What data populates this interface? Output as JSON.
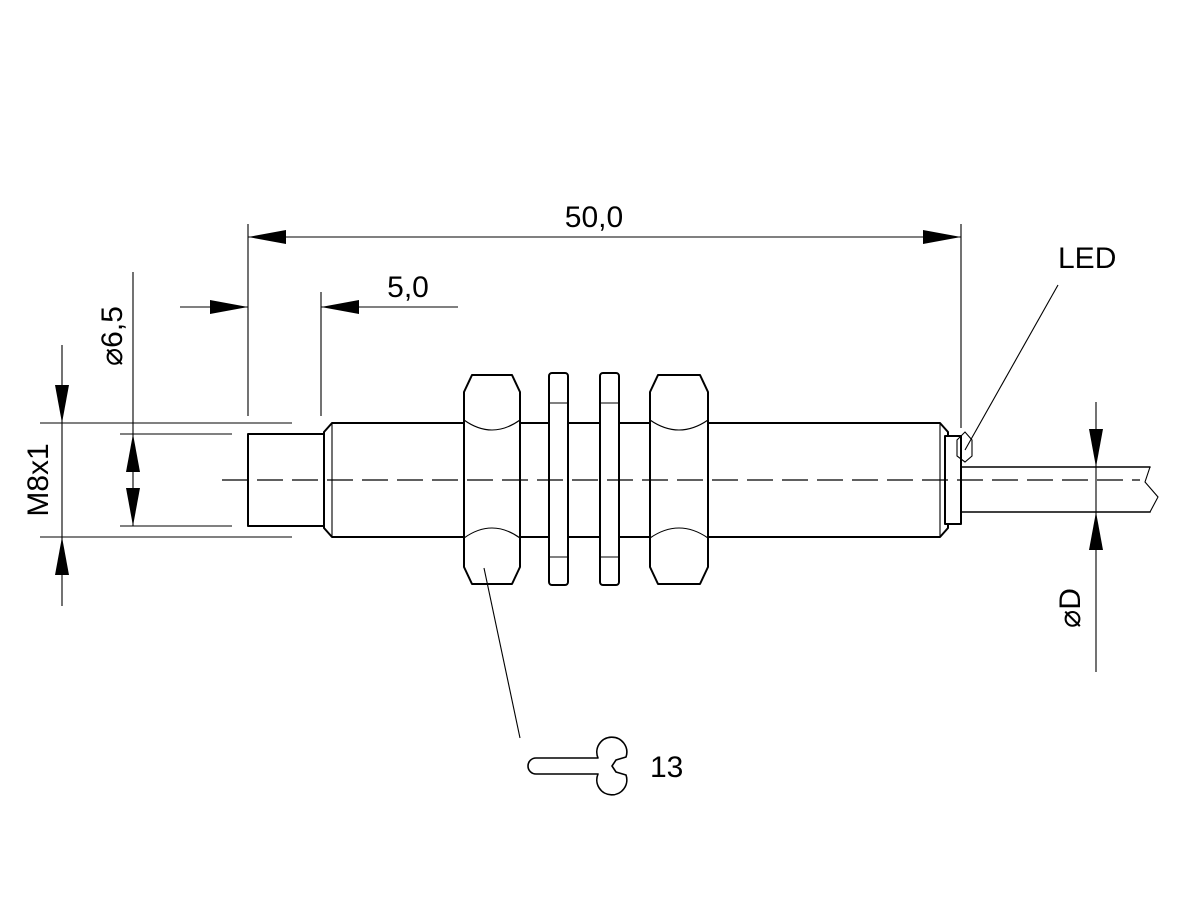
{
  "labels": {
    "overall_length": "50,0",
    "thread_free_length": "5,0",
    "face_diameter": "⌀6,5",
    "thread": "M8x1",
    "led": "LED",
    "cable_diameter": "⌀D",
    "wrench_size": "13"
  },
  "icons": {
    "wrench": "wrench-icon"
  },
  "colors": {
    "line": "#000000",
    "background": "#ffffff"
  }
}
